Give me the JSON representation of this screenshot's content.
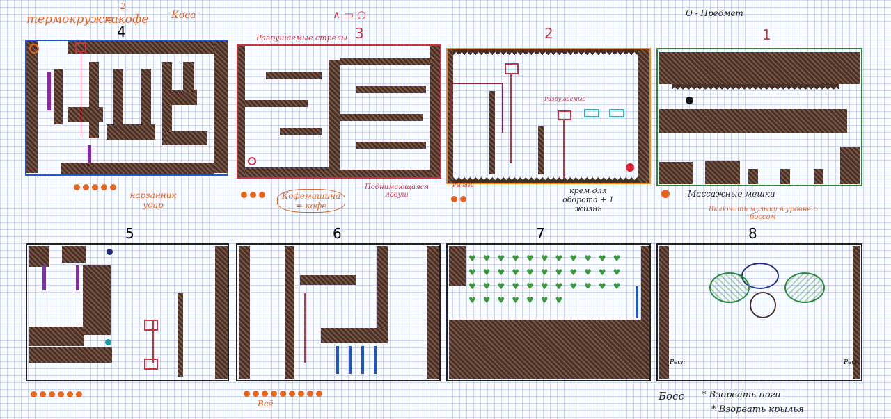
{
  "header": {
    "thermos_label": "термокружка",
    "coffee_label": "= кофе",
    "eq_number": "2",
    "crossed_word": "Коса",
    "legend_symbols": "∧ ▭ ○",
    "item_legend": "О - Предмет"
  },
  "levels": [
    {
      "num": "4",
      "caption": "нарзанник удар"
    },
    {
      "num": "3",
      "caption": "Кофемашина = кофе",
      "top_note": "Разрушаемые стрелы",
      "side_note": "Поднимающаяся ловуш"
    },
    {
      "num": "2",
      "caption": "крем для оборота + 1 жизнь",
      "small_note": "Разрушаемые",
      "side_note": "Рычаги"
    },
    {
      "num": "1",
      "caption": "Массажные мешки",
      "sub_caption": "Включить музыку в уровне с боссом"
    },
    {
      "num": "5"
    },
    {
      "num": "6",
      "caption": "Всё"
    },
    {
      "num": "7"
    },
    {
      "num": "8",
      "boss_note": "Босс",
      "line1": "* Взорвать ноги",
      "line2": "* Взорвать крылья",
      "resp_left": "Респ",
      "resp_right": "Респ"
    }
  ],
  "colors": {
    "ink": "#4a2f24",
    "orange": "#e8641b",
    "blue": "#1f56c9",
    "red": "#c8323c",
    "orange_frame": "#f08a1e",
    "green": "#2a8a3a",
    "purple": "#8a2aa8",
    "teal": "#2ab0b0"
  }
}
